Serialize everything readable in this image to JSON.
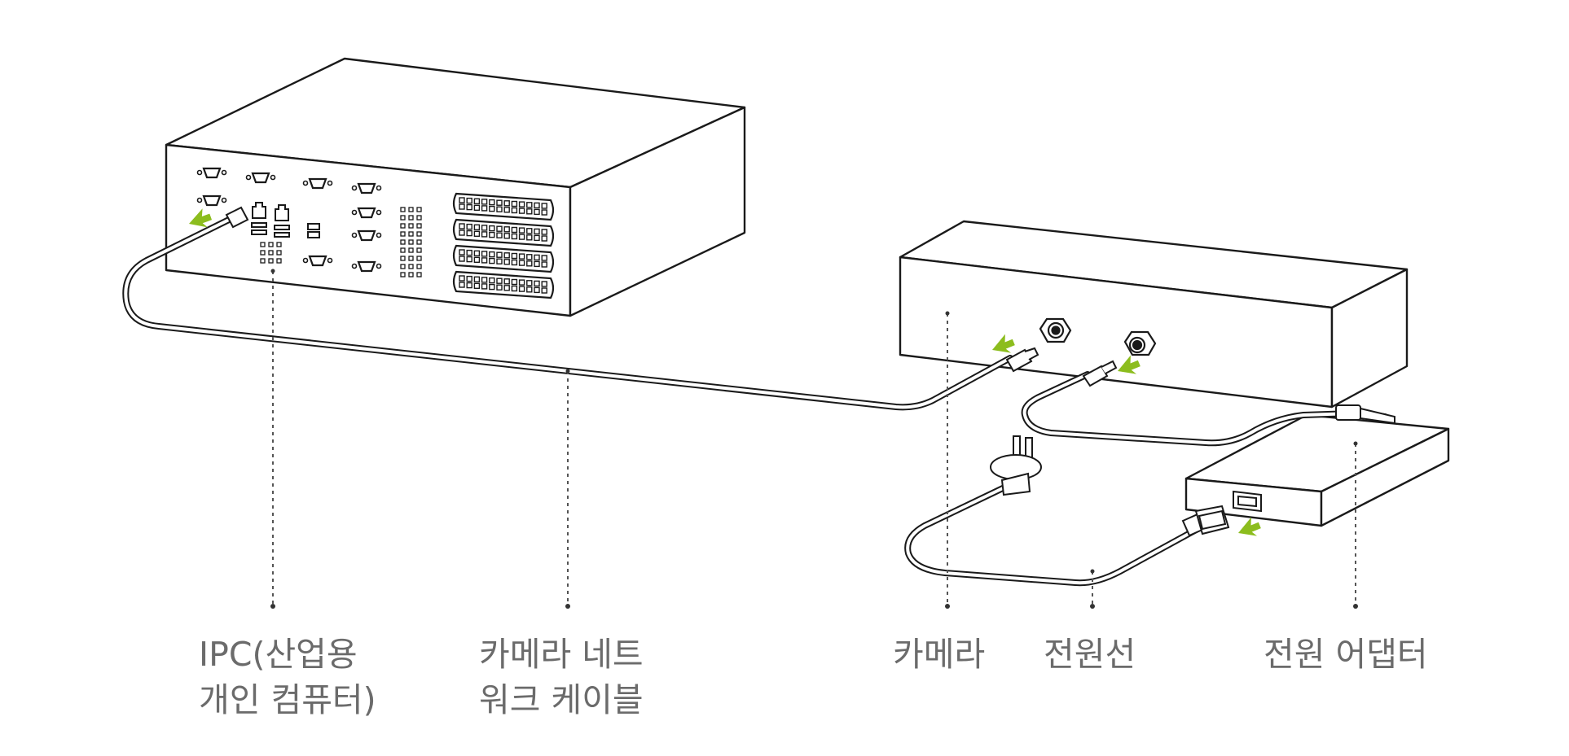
{
  "diagram": {
    "labels": {
      "ipc": [
        "IPC(산업용",
        "개인 컴퓨터)"
      ],
      "cable": [
        "카메라 네트",
        "워크 케이블"
      ],
      "camera": [
        "카메라"
      ],
      "power_cord": [
        "전원선"
      ],
      "adapter": [
        "전원 어댑터"
      ]
    },
    "colors": {
      "line": "#1a1a1a",
      "leader": "#555555",
      "arrow": "#8cbd1e",
      "label_text": "#6b6b6b"
    }
  }
}
